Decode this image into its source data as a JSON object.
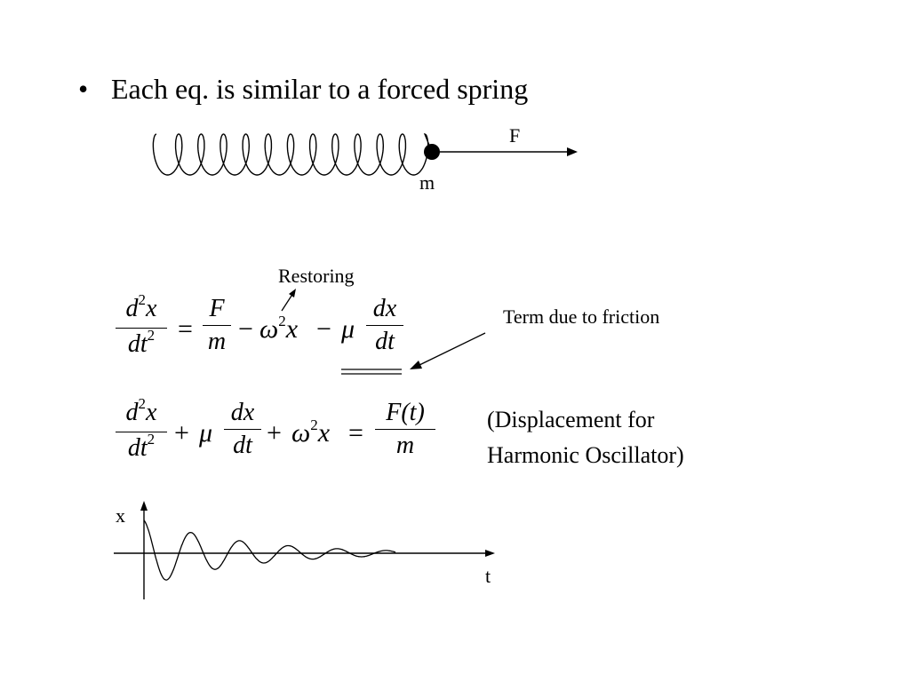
{
  "bullet": {
    "marker": "•",
    "text": "Each eq. is similar to a forced spring"
  },
  "spring_diagram": {
    "force_label": "F",
    "mass_label": "m"
  },
  "equation1": {
    "lhs_num": "d",
    "lhs_num_exp": "2",
    "lhs_num_var": "x",
    "lhs_den": "dt",
    "lhs_den_exp": "2",
    "equals": "=",
    "f_num": "F",
    "f_den": "m",
    "minus1": "−",
    "omega": "ω",
    "omega_exp": "2",
    "x": "x",
    "minus2": "−",
    "mu": "μ",
    "d_num": "dx",
    "d_den": "dt"
  },
  "annotations": {
    "restoring": "Restoring",
    "friction": "Term due to friction",
    "displacement_line1": "(Displacement for",
    "displacement_line2": "Harmonic Oscillator)"
  },
  "equation2": {
    "lhs_num": "d",
    "lhs_num_exp": "2",
    "lhs_num_var": "x",
    "lhs_den": "dt",
    "lhs_den_exp": "2",
    "plus1": "+",
    "mu": "μ",
    "d_num": "dx",
    "d_den": "dt",
    "plus2": "+",
    "omega": "ω",
    "omega_exp": "2",
    "x": "x",
    "equals": "=",
    "f_num": "F(t)",
    "f_den": "m"
  },
  "graph": {
    "x_axis_label": "t",
    "y_axis_label": "x"
  }
}
